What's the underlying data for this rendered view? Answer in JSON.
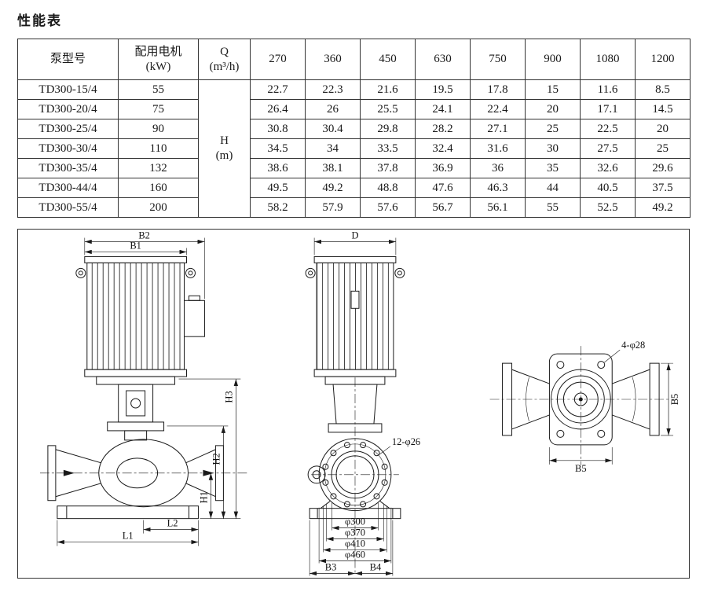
{
  "page": {
    "title": "性能表"
  },
  "table": {
    "headers": {
      "model": "泵型号",
      "motor_line1": "配用电机",
      "motor_line2": "(kW)",
      "q_line1": "Q",
      "q_line2": "(m³/h)",
      "h_line1": "H",
      "h_line2": "(m)",
      "flows": [
        "270",
        "360",
        "450",
        "630",
        "750",
        "900",
        "1080",
        "1200"
      ]
    },
    "rows": [
      {
        "model": "TD300-15/4",
        "motor": "55",
        "values": [
          "22.7",
          "22.3",
          "21.6",
          "19.5",
          "17.8",
          "15",
          "11.6",
          "8.5"
        ]
      },
      {
        "model": "TD300-20/4",
        "motor": "75",
        "values": [
          "26.4",
          "26",
          "25.5",
          "24.1",
          "22.4",
          "20",
          "17.1",
          "14.5"
        ]
      },
      {
        "model": "TD300-25/4",
        "motor": "90",
        "values": [
          "30.8",
          "30.4",
          "29.8",
          "28.2",
          "27.1",
          "25",
          "22.5",
          "20"
        ]
      },
      {
        "model": "TD300-30/4",
        "motor": "110",
        "values": [
          "34.5",
          "34",
          "33.5",
          "32.4",
          "31.6",
          "30",
          "27.5",
          "25"
        ]
      },
      {
        "model": "TD300-35/4",
        "motor": "132",
        "values": [
          "38.6",
          "38.1",
          "37.8",
          "36.9",
          "36",
          "35",
          "32.6",
          "29.6"
        ]
      },
      {
        "model": "TD300-44/4",
        "motor": "160",
        "values": [
          "49.5",
          "49.2",
          "48.8",
          "47.6",
          "46.3",
          "44",
          "40.5",
          "37.5"
        ]
      },
      {
        "model": "TD300-55/4",
        "motor": "200",
        "values": [
          "58.2",
          "57.9",
          "57.6",
          "56.7",
          "56.1",
          "55",
          "52.5",
          "49.2"
        ]
      }
    ]
  },
  "drawing": {
    "labels": {
      "b2": "B2",
      "b1": "B1",
      "h3": "H3",
      "h2": "H2",
      "h1": "H1",
      "l2": "L2",
      "l1": "L1",
      "d": "D",
      "bolts_front": "12-φ26",
      "dia1": "φ300",
      "dia2": "φ370",
      "dia3": "φ410",
      "dia4": "φ460",
      "b3": "B3",
      "b4": "B4",
      "bolts_top": "4-φ28",
      "b5_side": "B5",
      "b5_bottom": "B5"
    }
  }
}
